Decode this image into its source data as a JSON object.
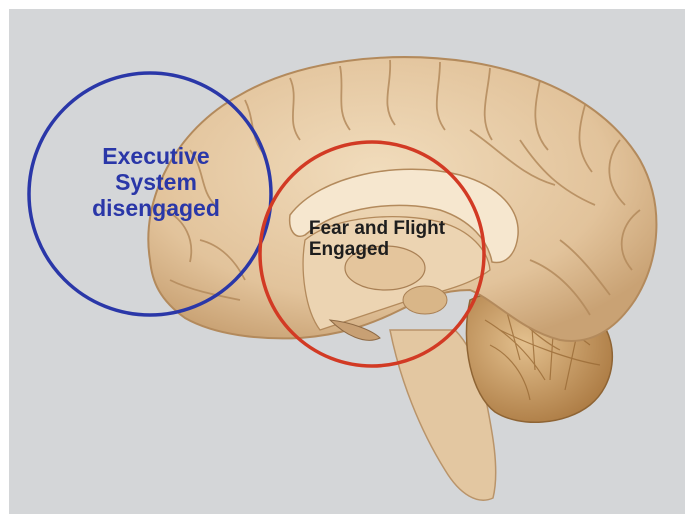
{
  "annotations": {
    "executive": {
      "line1": "Executive",
      "line2": "System",
      "line3": "disengaged",
      "color": "#2a37a8"
    },
    "fear": {
      "line1": "Fear and Flight",
      "line2": "Engaged",
      "color": "#d23a24"
    }
  },
  "colors": {
    "background": "#d4d6d8",
    "brain": "#e6c9a3",
    "brain_shadow": "#b78f63",
    "cerebellum": "#c89a5e"
  }
}
